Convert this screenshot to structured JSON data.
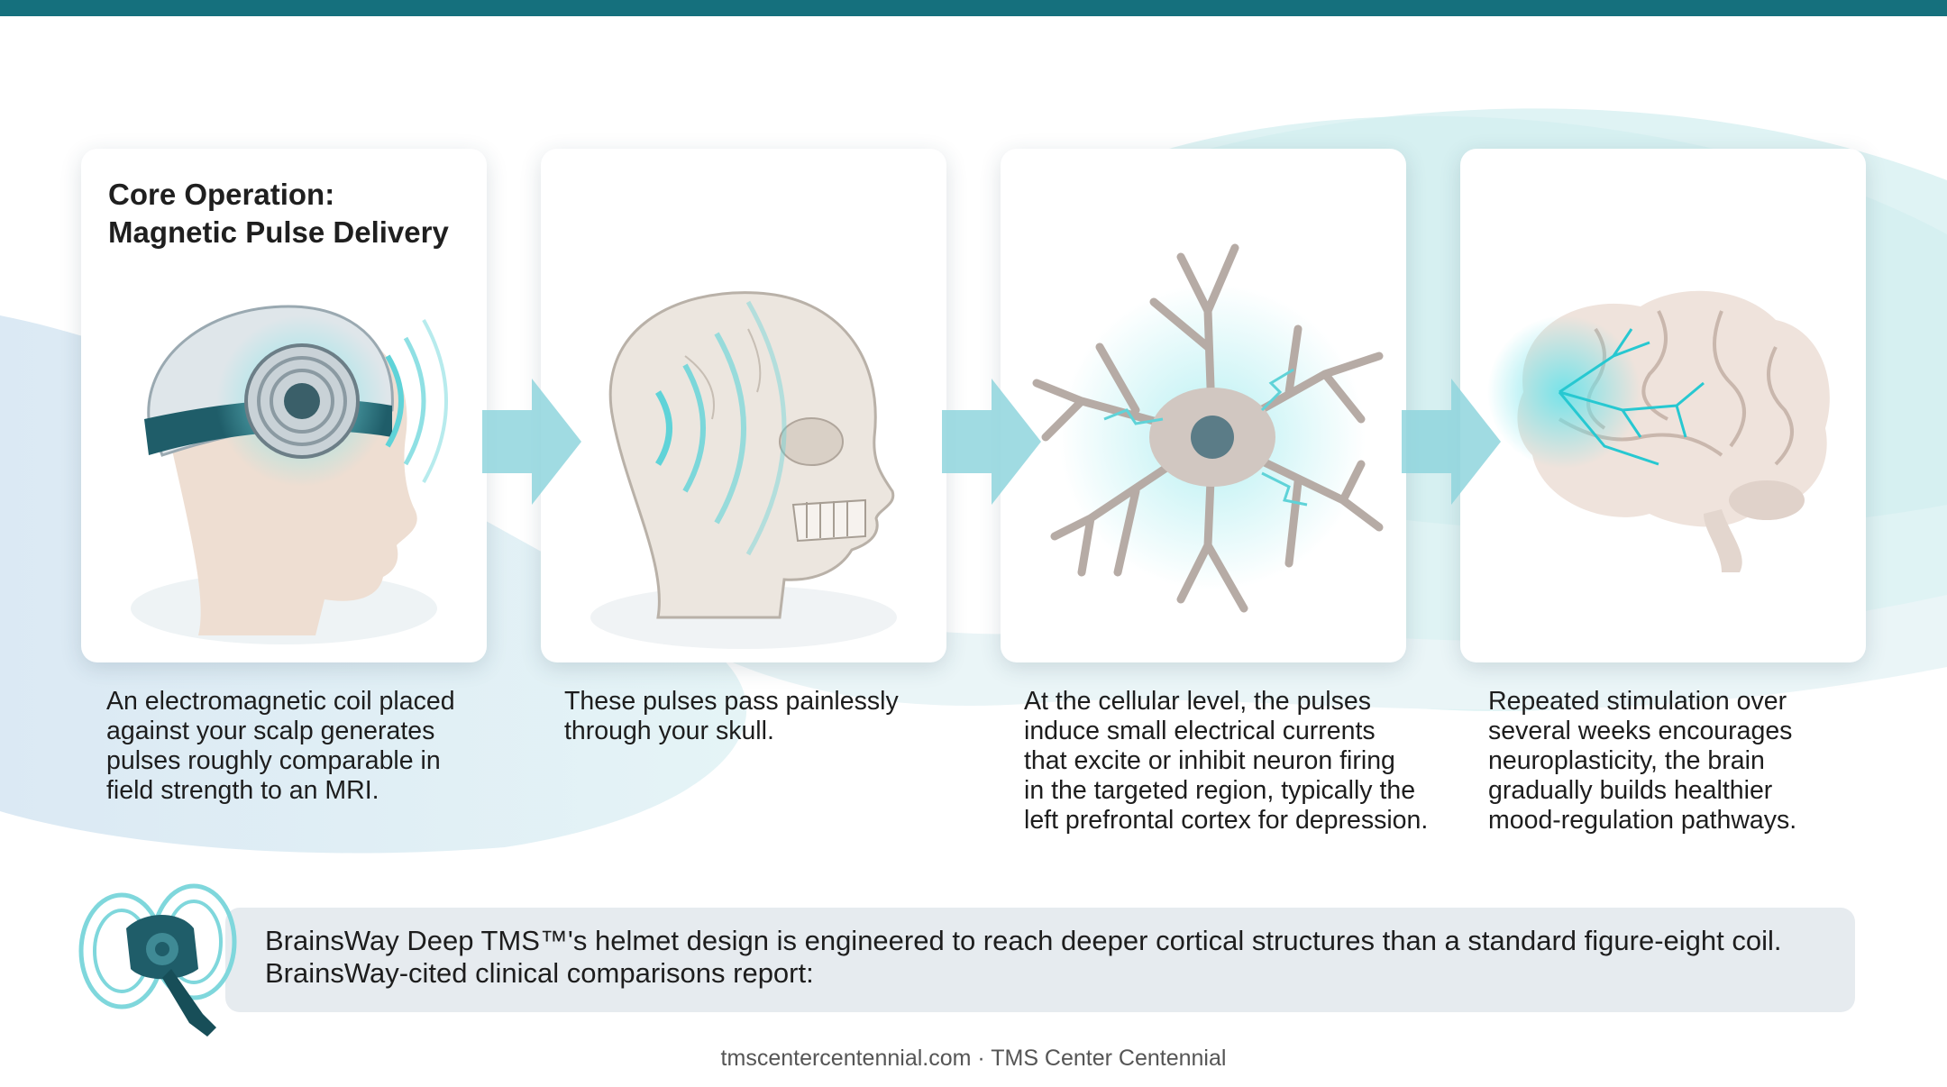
{
  "header": {
    "title": "Core Operation:\nMagnetic Pulse Delivery"
  },
  "steps": [
    {
      "illustration": "coil-helmet-on-head",
      "text": "An electromagnetic coil placed\nagainst your scalp generates\npulses roughly comparable in\nfield strength to an MRI."
    },
    {
      "illustration": "skull-with-waves",
      "text": "These pulses pass painlessly\nthrough your skull."
    },
    {
      "illustration": "neuron-with-currents",
      "text": "At the cellular level, the pulses\ninduce small electrical currents\nthat excite or inhibit neuron firing\nin the targeted region, typically the\nleft prefrontal cortex for depression."
    },
    {
      "illustration": "glowing-brain",
      "text": "Repeated stimulation over\nseveral weeks encourages\nneuroplasticity, the brain\ngradually builds healthier\nmood-regulation pathways."
    }
  ],
  "note": {
    "icon": "h-coil-icon",
    "text": "BrainsWay Deep TMS™'s helmet design is engineered to reach deeper cortical structures than a standard figure-eight coil.\nBrainsWay-cited clinical comparisons report:"
  },
  "footer": {
    "text": "tmscentercentennial.com · TMS Center Centennial"
  },
  "colors": {
    "accent": "#15707d",
    "glow": "#5fd3d8",
    "note_bg": "#e6ebef"
  }
}
